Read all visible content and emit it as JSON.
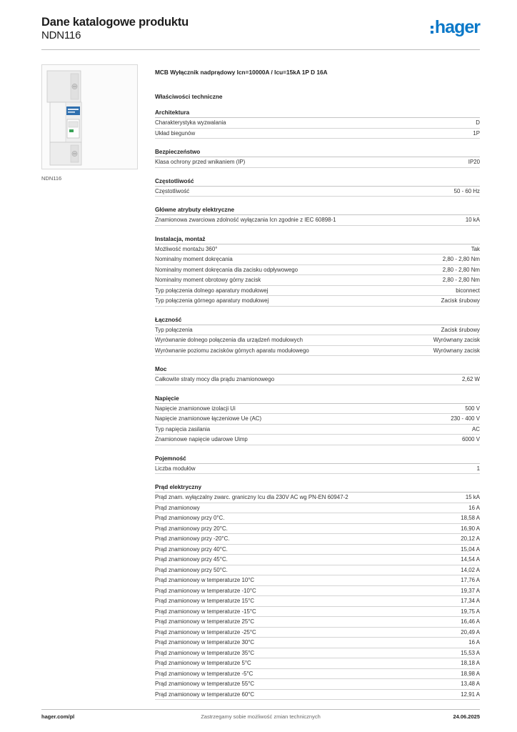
{
  "header": {
    "title": "Dane katalogowe produktu",
    "product_code": "NDN116",
    "logo_text": "hager",
    "logo_color": "#0a78c8"
  },
  "image": {
    "caption": "NDN116",
    "icon": "circuit-breaker-image"
  },
  "product_name": "MCB Wyłącznik nadprądowy Icn=10000A / Icu=15kA 1P D 16A",
  "props_title": "Właściwości techniczne",
  "sections": [
    {
      "title": "Architektura",
      "rows": [
        {
          "label": "Charakterystyka wyzwalania",
          "value": "D"
        },
        {
          "label": "Układ biegunów",
          "value": "1P"
        }
      ]
    },
    {
      "title": "Bezpieczeństwo",
      "rows": [
        {
          "label": "Klasa ochrony przed wnikaniem (IP)",
          "value": "IP20"
        }
      ]
    },
    {
      "title": "Częstotliwość",
      "rows": [
        {
          "label": "Częstotliwość",
          "value": "50 - 60 Hz"
        }
      ]
    },
    {
      "title": "Główne atrybuty elektryczne",
      "rows": [
        {
          "label": "Znamionowa zwarciowa zdolność wyłączania Icn zgodnie z IEC 60898-1",
          "value": "10 kA"
        }
      ]
    },
    {
      "title": "Instalacja, montaż",
      "rows": [
        {
          "label": "Możliwość montażu 360°",
          "value": "Tak"
        },
        {
          "label": "Nominalny moment dokręcania",
          "value": "2,80 - 2,80 Nm"
        },
        {
          "label": "Nominalny moment dokręcania dla zacisku odpływowego",
          "value": "2,80 - 2,80 Nm"
        },
        {
          "label": "Nominalny moment obrotowy górny zacisk",
          "value": "2,80 - 2,80 Nm"
        },
        {
          "label": "Typ połączenia dolnego aparatury modułowej",
          "value": "biconnect"
        },
        {
          "label": "Typ połączenia górnego aparatury modułowej",
          "value": "Zacisk śrubowy"
        }
      ]
    },
    {
      "title": "Łączność",
      "rows": [
        {
          "label": "Typ połączenia",
          "value": "Zacisk śrubowy"
        },
        {
          "label": "Wyrównanie dolnego połączenia dla urządzeń modułowych",
          "value": "Wyrównany zacisk"
        },
        {
          "label": "Wyrównanie poziomu zacisków górnych aparatu modułowego",
          "value": "Wyrównany zacisk"
        }
      ]
    },
    {
      "title": "Moc",
      "rows": [
        {
          "label": "Całkowite straty mocy dla prądu znamionowego",
          "value": "2,62 W"
        }
      ]
    },
    {
      "title": "Napięcie",
      "rows": [
        {
          "label": "Napięcie znamionowe izolacji Ui",
          "value": "500 V"
        },
        {
          "label": "Napięcie znamionowe łączeniowe Ue (AC)",
          "value": "230 - 400 V"
        },
        {
          "label": "Typ napięcia zasilania",
          "value": "AC"
        },
        {
          "label": "Znamionowe napięcie udarowe Uimp",
          "value": "6000 V"
        }
      ]
    },
    {
      "title": "Pojemność",
      "rows": [
        {
          "label": "Liczba modułów",
          "value": "1"
        }
      ]
    },
    {
      "title": "Prąd elektryczny",
      "rows": [
        {
          "label": "Prąd znam. wyłączalny zwarc. graniczny Icu dla 230V AC wg PN-EN 60947-2",
          "value": "15 kA"
        },
        {
          "label": "Prąd znamionowy",
          "value": "16 A"
        },
        {
          "label": "Prąd znamionowy przy 0°C.",
          "value": "18,58 A"
        },
        {
          "label": "Prąd znamionowy przy 20°C.",
          "value": "16,90 A"
        },
        {
          "label": "Prąd znamionowy przy -20°C.",
          "value": "20,12 A"
        },
        {
          "label": "Prąd znamionowy przy 40°C.",
          "value": "15,04 A"
        },
        {
          "label": "Prąd znamionowy przy 45°C.",
          "value": "14,54 A"
        },
        {
          "label": "Prąd znamionowy przy 50°C.",
          "value": "14,02 A"
        },
        {
          "label": "Prąd znamionowy w temperaturze 10°C",
          "value": "17,76 A"
        },
        {
          "label": "Prąd znamionowy w temperaturze -10°C",
          "value": "19,37 A"
        },
        {
          "label": "Prąd znamionowy w temperaturze 15°C",
          "value": "17,34 A"
        },
        {
          "label": "Prąd znamionowy w temperaturze -15°C",
          "value": "19,75 A"
        },
        {
          "label": "Prąd znamionowy w temperaturze 25°C",
          "value": "16,46 A"
        },
        {
          "label": "Prąd znamionowy w temperaturze -25°C",
          "value": "20,49 A"
        },
        {
          "label": "Prąd znamionowy w temperaturze 30°C",
          "value": "16 A"
        },
        {
          "label": "Prąd znamionowy w temperaturze 35°C",
          "value": "15,53 A"
        },
        {
          "label": "Prąd znamionowy w temperaturze 5°C",
          "value": "18,18 A"
        },
        {
          "label": "Prąd znamionowy w temperaturze -5°C",
          "value": "18,98 A"
        },
        {
          "label": "Prąd znamionowy w temperaturze 55°C",
          "value": "13,48 A"
        },
        {
          "label": "Prąd znamionowy w temperaturze 60°C",
          "value": "12,91 A"
        }
      ]
    }
  ],
  "footer": {
    "website": "hager.com/pl",
    "disclaimer": "Zastrzegamy sobie możliwość zmian technicznych",
    "date": "24.06.2025"
  }
}
